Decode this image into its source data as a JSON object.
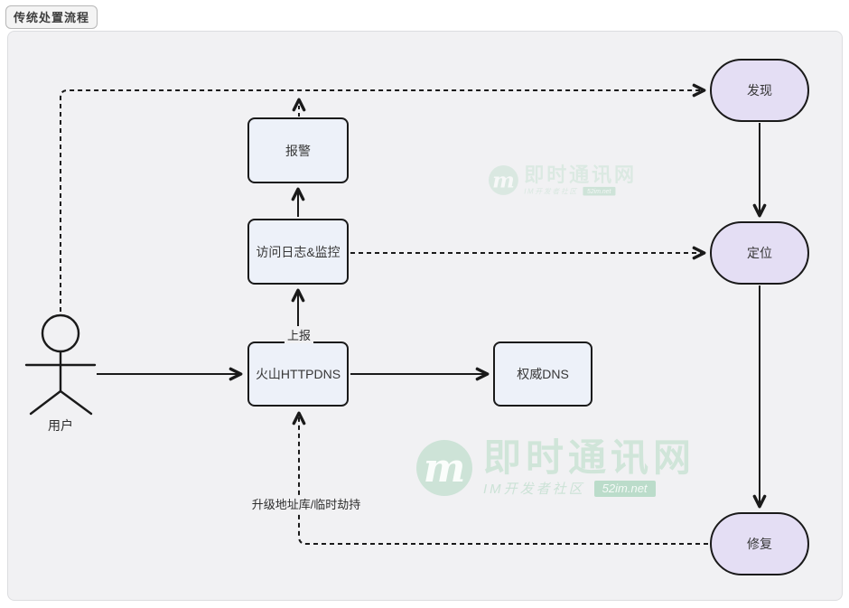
{
  "title_badge": {
    "label": "传统处置流程"
  },
  "diagram": {
    "nodes": {
      "user": {
        "label": "用户",
        "type": "actor"
      },
      "baojing": {
        "label": "报警",
        "type": "rect"
      },
      "fangwen_rizhi": {
        "label": "访问日志&监控",
        "type": "rect"
      },
      "huoshan_httpdns": {
        "label": "火山HTTPDNS",
        "type": "rect"
      },
      "quanwei_dns": {
        "label": "权威DNS",
        "type": "rect"
      },
      "faxian": {
        "label": "发现",
        "type": "stadium"
      },
      "dingwei": {
        "label": "定位",
        "type": "stadium"
      },
      "xiufu": {
        "label": "修复",
        "type": "stadium"
      }
    },
    "edge_labels": {
      "shangbao": "上报",
      "upgrade_hijack": "升级地址库/临时劫持"
    },
    "colors": {
      "rect_fill": "#edf1f9",
      "stadium_fill": "#e4def4",
      "stroke": "#1a1a1a",
      "panel_bg": "#f1f1f3",
      "panel_border": "#dcdde0"
    }
  },
  "watermark": {
    "logo_letter": "m",
    "title": "即时通讯网",
    "subtitle": "IM开发者社区",
    "badge": "52im.net",
    "color": "#7bc498"
  }
}
